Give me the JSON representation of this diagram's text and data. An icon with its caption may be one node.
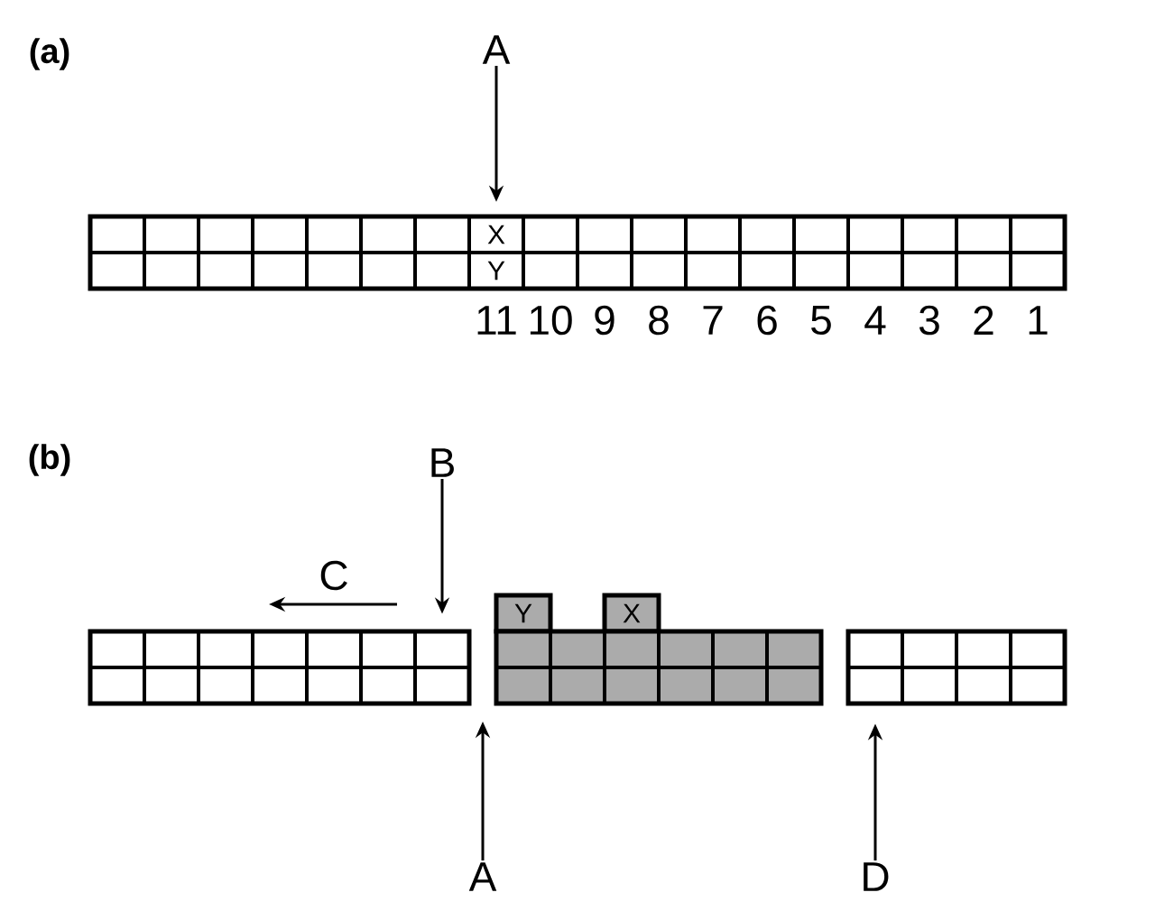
{
  "diagram": {
    "nodes": [
      {
        "text": [
          "A"
        ]
      },
      {
        "text": [],
        "shape": "box"
      },
      {
        "text": [
          "X"
        ],
        "in": 1
      },
      {
        "text": [
          "Y"
        ],
        "in": 1
      },
      {
        "text": [
          "B"
        ]
      },
      {
        "text": [],
        "shape": "box"
      },
      {
        "text": [
          "Y"
        ]
      },
      {
        "text": [
          "X"
        ]
      },
      {
        "text": [],
        "shape": "box"
      },
      {
        "text": [],
        "shape": "box"
      },
      {
        "text": [
          "A"
        ]
      },
      {
        "text": [
          "D"
        ]
      }
    ],
    "edges": [
      {
        "from": 0,
        "to": 2,
        "arrow": "to"
      },
      {
        "from": 4,
        "to": 5,
        "arrow": "to"
      },
      {
        "from": 10,
        "to": null,
        "arrow": "to"
      },
      {
        "from": 11,
        "to": 9,
        "arrow": "to"
      }
    ],
    "labels": [
      "(a)",
      "11",
      "10",
      "9",
      "8",
      "7",
      "6",
      "5",
      "4",
      "3",
      "2",
      "1",
      "(b)",
      "C"
    ]
  }
}
